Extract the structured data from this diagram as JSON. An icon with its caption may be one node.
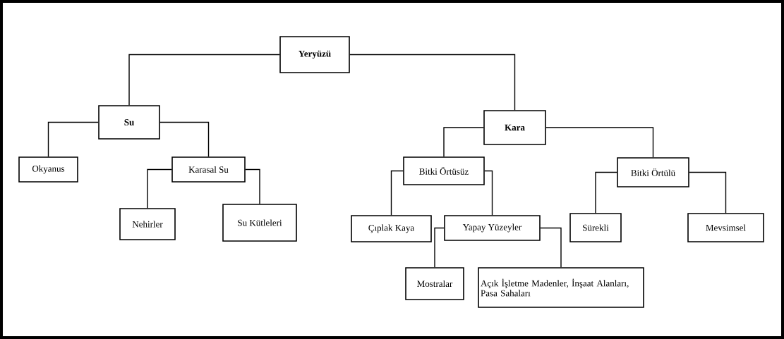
{
  "diagram": {
    "nodes": [
      {
        "text": [
          "Yeryüzü"
        ]
      },
      {
        "text": [
          "Su"
        ]
      },
      {
        "text": [
          "Kara"
        ]
      },
      {
        "text": [
          "Okyanus"
        ]
      },
      {
        "text": [
          "Karasal Su"
        ]
      },
      {
        "text": [
          "Bitki Örtüsüz"
        ]
      },
      {
        "text": [
          "Bitki Örtülü"
        ]
      },
      {
        "text": [
          "Nehirler"
        ]
      },
      {
        "text": [
          "Su Kütleleri"
        ]
      },
      {
        "text": [
          "Çıplak Kaya"
        ]
      },
      {
        "text": [
          "Yapay Yüzeyler"
        ]
      },
      {
        "text": [
          "Sürekli"
        ]
      },
      {
        "text": [
          "Mevsimsel"
        ]
      },
      {
        "text": [
          "Mostralar"
        ]
      },
      {
        "text": [
          "Açık İşletme Madenler, İnşaat Alanları, Pasa Sahaları"
        ]
      }
    ],
    "edges": [
      {
        "from": 0,
        "to": 1,
        "arrow": "none"
      },
      {
        "from": 0,
        "to": 2,
        "arrow": "none"
      },
      {
        "from": 1,
        "to": 3,
        "arrow": "none"
      },
      {
        "from": 1,
        "to": 4,
        "arrow": "none"
      },
      {
        "from": 2,
        "to": 5,
        "arrow": "none"
      },
      {
        "from": 2,
        "to": 6,
        "arrow": "none"
      },
      {
        "from": 4,
        "to": 7,
        "arrow": "none"
      },
      {
        "from": 4,
        "to": 8,
        "arrow": "none"
      },
      {
        "from": 5,
        "to": 9,
        "arrow": "none"
      },
      {
        "from": 5,
        "to": 10,
        "arrow": "none"
      },
      {
        "from": 6,
        "to": 11,
        "arrow": "none"
      },
      {
        "from": 6,
        "to": 12,
        "arrow": "none"
      },
      {
        "from": 10,
        "to": 13,
        "arrow": "none"
      },
      {
        "from": 10,
        "to": 14,
        "arrow": "none"
      }
    ]
  }
}
